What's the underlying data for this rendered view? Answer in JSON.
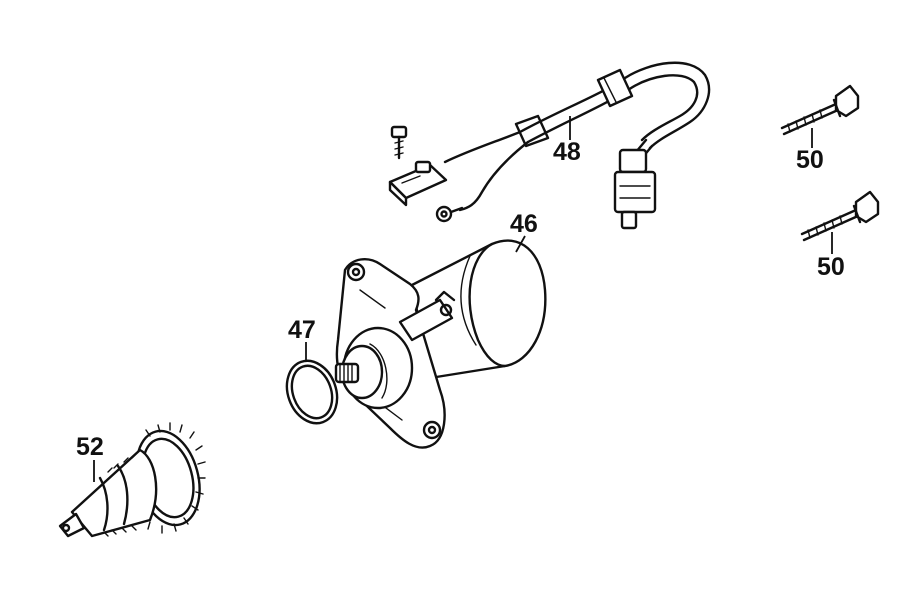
{
  "callouts": {
    "starter_motor": "46",
    "o_ring": "47",
    "wire_harness": "48",
    "bolt_upper": "50",
    "bolt_lower": "50",
    "starter_clutch": "52"
  },
  "colors": {
    "ink": "#111111",
    "background": "#ffffff"
  }
}
